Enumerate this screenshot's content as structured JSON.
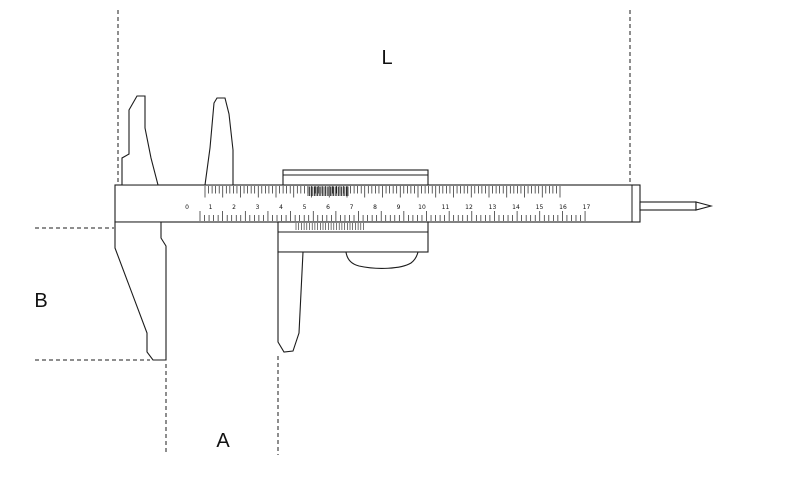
{
  "diagram": {
    "type": "vernier-caliper-technical-drawing",
    "labels": {
      "overall_length": "L",
      "jaw_depth": "B",
      "jaw_opening": "A"
    },
    "scale": {
      "main_numbers": [
        "0",
        "1",
        "2",
        "3",
        "4",
        "5",
        "6",
        "7",
        "8",
        "9",
        "10",
        "11",
        "12",
        "13",
        "14",
        "15",
        "16",
        "17"
      ]
    },
    "colors": {
      "line": "#1c1c1c",
      "background": "#ffffff"
    }
  }
}
